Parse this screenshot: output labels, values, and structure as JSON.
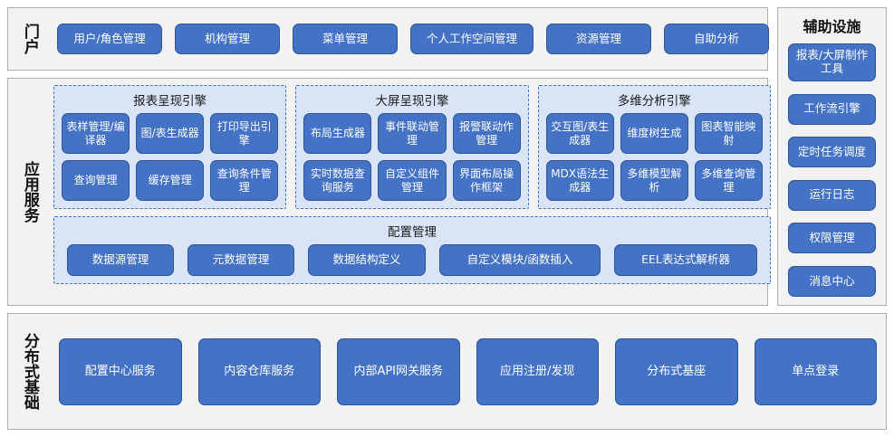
{
  "theme": {
    "node_fill": "#4472C4",
    "node_border": "#2F5597",
    "panel_fill": "#D9E5F7",
    "panel_border": "#4472C4",
    "section_fill": "#F2F2F2",
    "section_border": "#AEAEAE",
    "node_text": "#FFFFFF",
    "label_text": "#111111"
  },
  "portal": {
    "label": "门户",
    "items": [
      {
        "label": "用户/角色管理",
        "width": 116
      },
      {
        "label": "机构管理",
        "width": 116
      },
      {
        "label": "菜单管理",
        "width": 116
      },
      {
        "label": "个人工作空间管理",
        "width": 136
      },
      {
        "label": "资源管理",
        "width": 116
      },
      {
        "label": "自助分析",
        "width": 116
      }
    ]
  },
  "aux": {
    "title": "辅助设施",
    "items": [
      {
        "label": "报表/大屏制作工具",
        "tall": true
      },
      {
        "label": "工作流引擎",
        "tall": false
      },
      {
        "label": "定时任务调度",
        "tall": false
      },
      {
        "label": "运行日志",
        "tall": false
      },
      {
        "label": "权限管理",
        "tall": false
      },
      {
        "label": "消息中心",
        "tall": false
      }
    ]
  },
  "app_services": {
    "label": "应用服务",
    "engines": [
      {
        "title": "报表呈现引擎",
        "nodes": [
          "表样管理/编译器",
          "图/表生成器",
          "打印导出引擎",
          "查询管理",
          "缓存管理",
          "查询条件管理"
        ]
      },
      {
        "title": "大屏呈现引擎",
        "nodes": [
          "布局生成器",
          "事件联动管理",
          "报警联动作管理",
          "实时数据查询服务",
          "自定义组件管理",
          "界面布局操作框架"
        ]
      },
      {
        "title": "多维分析引擎",
        "nodes": [
          "交互图/表生成器",
          "维度树生成",
          "图表智能映射",
          "MDX语法生成器",
          "多维模型解析",
          "多维查询管理"
        ]
      }
    ],
    "config": {
      "title": "配置管理",
      "nodes": [
        {
          "label": "数据源管理",
          "width": 118
        },
        {
          "label": "元数据管理",
          "width": 118
        },
        {
          "label": "数据结构定义",
          "width": 130
        },
        {
          "label": "自定义模块/函数插入",
          "width": 178
        },
        {
          "label": "EEL表达式解析器",
          "width": 158
        }
      ]
    }
  },
  "distributed": {
    "label": "分布式基础",
    "items": [
      "配置中心服务",
      "内容仓库服务",
      "内部API网关服务",
      "应用注册/发现",
      "分布式基座",
      "单点登录"
    ]
  }
}
